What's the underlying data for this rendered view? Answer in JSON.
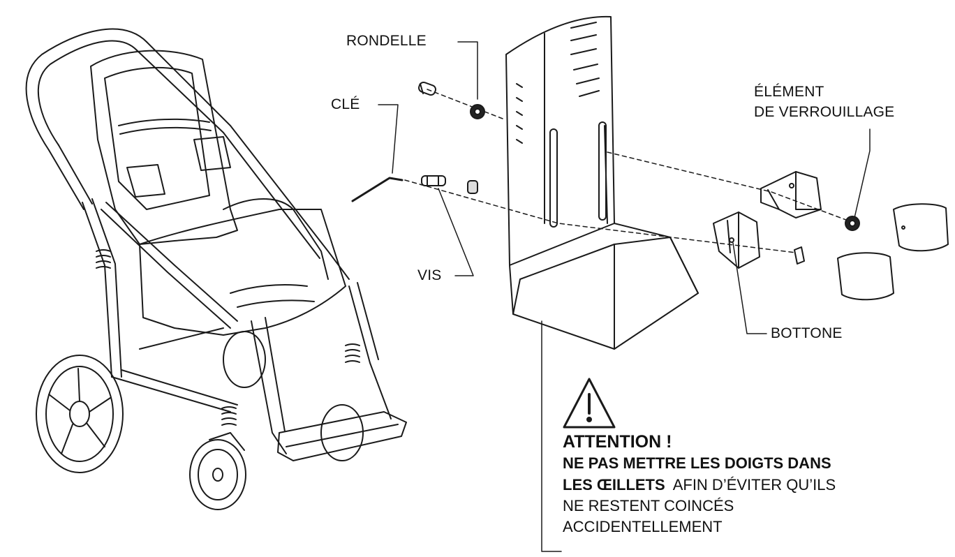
{
  "labels": {
    "rondelle": "RONDELLE",
    "cle": "CLÉ",
    "vis": "VIS",
    "element_line1": "ÉLÉMENT",
    "element_line2": "DE VERROUILLAGE",
    "bottone": "BOTTONE"
  },
  "warning": {
    "title": "ATTENTION !",
    "line1_bold": "NE PAS METTRE LES DOIGTS DANS",
    "line2_bold": "LES ŒILLETS",
    "line2_rest": "AFIN D’ÉVITER QU’ILS",
    "line3": "NE RESTENT COINCÉS",
    "line4": "ACCIDENTELLEMENT"
  },
  "icons": [
    "warning-triangle-icon"
  ],
  "colors": {
    "line": "#1a1a1a",
    "background": "#ffffff"
  }
}
